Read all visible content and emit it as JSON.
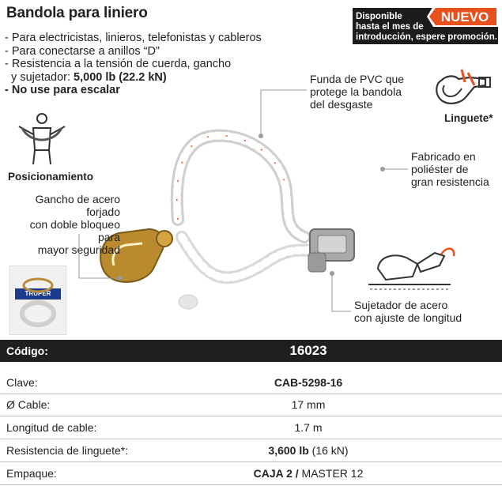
{
  "title": "Bandola para liniero",
  "features": [
    "- Para electricistas, linieros, telefonistas y cableros",
    "- Para conectarse a anillos “D”",
    "- Resistencia a la tensión de cuerda, gancho",
    "  y sujetador:",
    "5,000 lb (22.2 kN)",
    "- No use para escalar"
  ],
  "promo": {
    "line1": "Disponible",
    "line2": "hasta el mes de",
    "line3": "introducción, espere promoción.",
    "badge": "NUEVO"
  },
  "labels": {
    "posicionamiento": "Posicionamiento",
    "linguete": "Linguete*",
    "funda": [
      "Funda de PVC que",
      "protege la bandola",
      "del desgaste"
    ],
    "fabricado": [
      "Fabricado en",
      "poliéster de",
      "gran resistencia"
    ],
    "gancho": [
      "Gancho de acero forjado",
      "con doble bloqueo para",
      "mayor seguridad"
    ],
    "sujetador": [
      "Sujetador de acero",
      "con ajuste de longitud"
    ],
    "brand": "TRUPER"
  },
  "specs": {
    "codigo_label": "Código:",
    "codigo_value": "16023",
    "rows": [
      {
        "label": "Clave:",
        "value": "CAB-5298-16",
        "bold": true
      },
      {
        "label": "Ø Cable:",
        "value": "17 mm",
        "bold": false
      },
      {
        "label": "Longitud de cable:",
        "value": "1.7 m",
        "bold": false
      },
      {
        "label": "Resistencia de linguete*:",
        "value_bold": "3,600 lb",
        "value_rest": " (16 kN)"
      },
      {
        "label": "Empaque:",
        "value_bold": "CAJA 2 /",
        "value_rest": " MASTER 12"
      }
    ]
  },
  "colors": {
    "header_bg": "#1f1f1f",
    "badge": "#e8501e",
    "callout_line": "#9a9a9a"
  }
}
